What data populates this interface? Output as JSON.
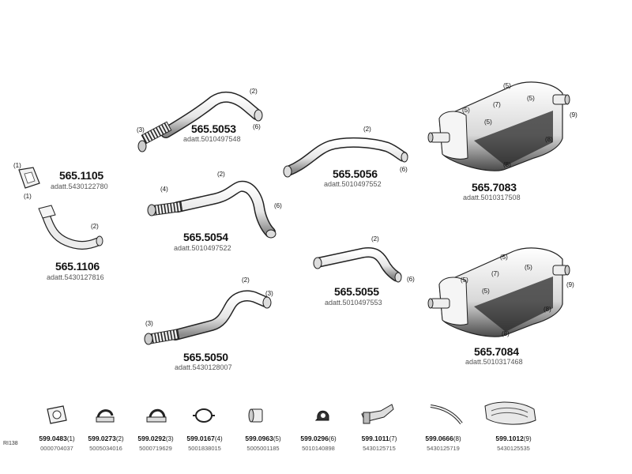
{
  "parts": {
    "p1105": {
      "number": "565.1105",
      "adatt": "adatt.5430122780"
    },
    "p1106": {
      "number": "565.1106",
      "adatt": "adatt.5430127816"
    },
    "p5053": {
      "number": "565.5053",
      "adatt": "adatt.5010497548"
    },
    "p5054": {
      "number": "565.5054",
      "adatt": "adatt.5010497522"
    },
    "p5050": {
      "number": "565.5050",
      "adatt": "adatt.5430128007"
    },
    "p5056": {
      "number": "565.5056",
      "adatt": "adatt.5010497552"
    },
    "p5055": {
      "number": "565.5055",
      "adatt": "adatt.5010497553"
    },
    "p7083": {
      "number": "565.7083",
      "adatt": "adatt.5010317508"
    },
    "p7084": {
      "number": "565.7084",
      "adatt": "adatt.5010317468"
    }
  },
  "callouts": {
    "c1": "(1)",
    "c2": "(2)",
    "c3": "(3)",
    "c4": "(4)",
    "c5": "(5)",
    "c6": "(6)",
    "c7": "(7)",
    "c8": "(8)",
    "c9": "(9)"
  },
  "accessories": [
    {
      "code": "599.0483",
      "qty": "(1)",
      "number": "0000704037"
    },
    {
      "code": "599.0273",
      "qty": "(2)",
      "number": "5005034016"
    },
    {
      "code": "599.0292",
      "qty": "(3)",
      "number": "5000719629"
    },
    {
      "code": "599.0167",
      "qty": "(4)",
      "number": "5001838015"
    },
    {
      "code": "599.0963",
      "qty": "(5)",
      "number": "5005001185"
    },
    {
      "code": "599.0296",
      "qty": "(6)",
      "number": "5010140898"
    },
    {
      "code": "599.1011",
      "qty": "(7)",
      "number": "5430125715"
    },
    {
      "code": "599.0666",
      "qty": "(8)",
      "number": "5430125719"
    },
    {
      "code": "599.1012",
      "qty": "(9)",
      "number": "5430125535"
    }
  ],
  "diagram_ref": "RI138",
  "icons": [
    "gasket-icon",
    "clamp-icon",
    "u-clamp-icon",
    "hanger-ring-icon",
    "rubber-mount-icon",
    "bracket-clamp-icon",
    "mounting-bracket-icon",
    "strap-icon",
    "heat-shield-icon"
  ]
}
